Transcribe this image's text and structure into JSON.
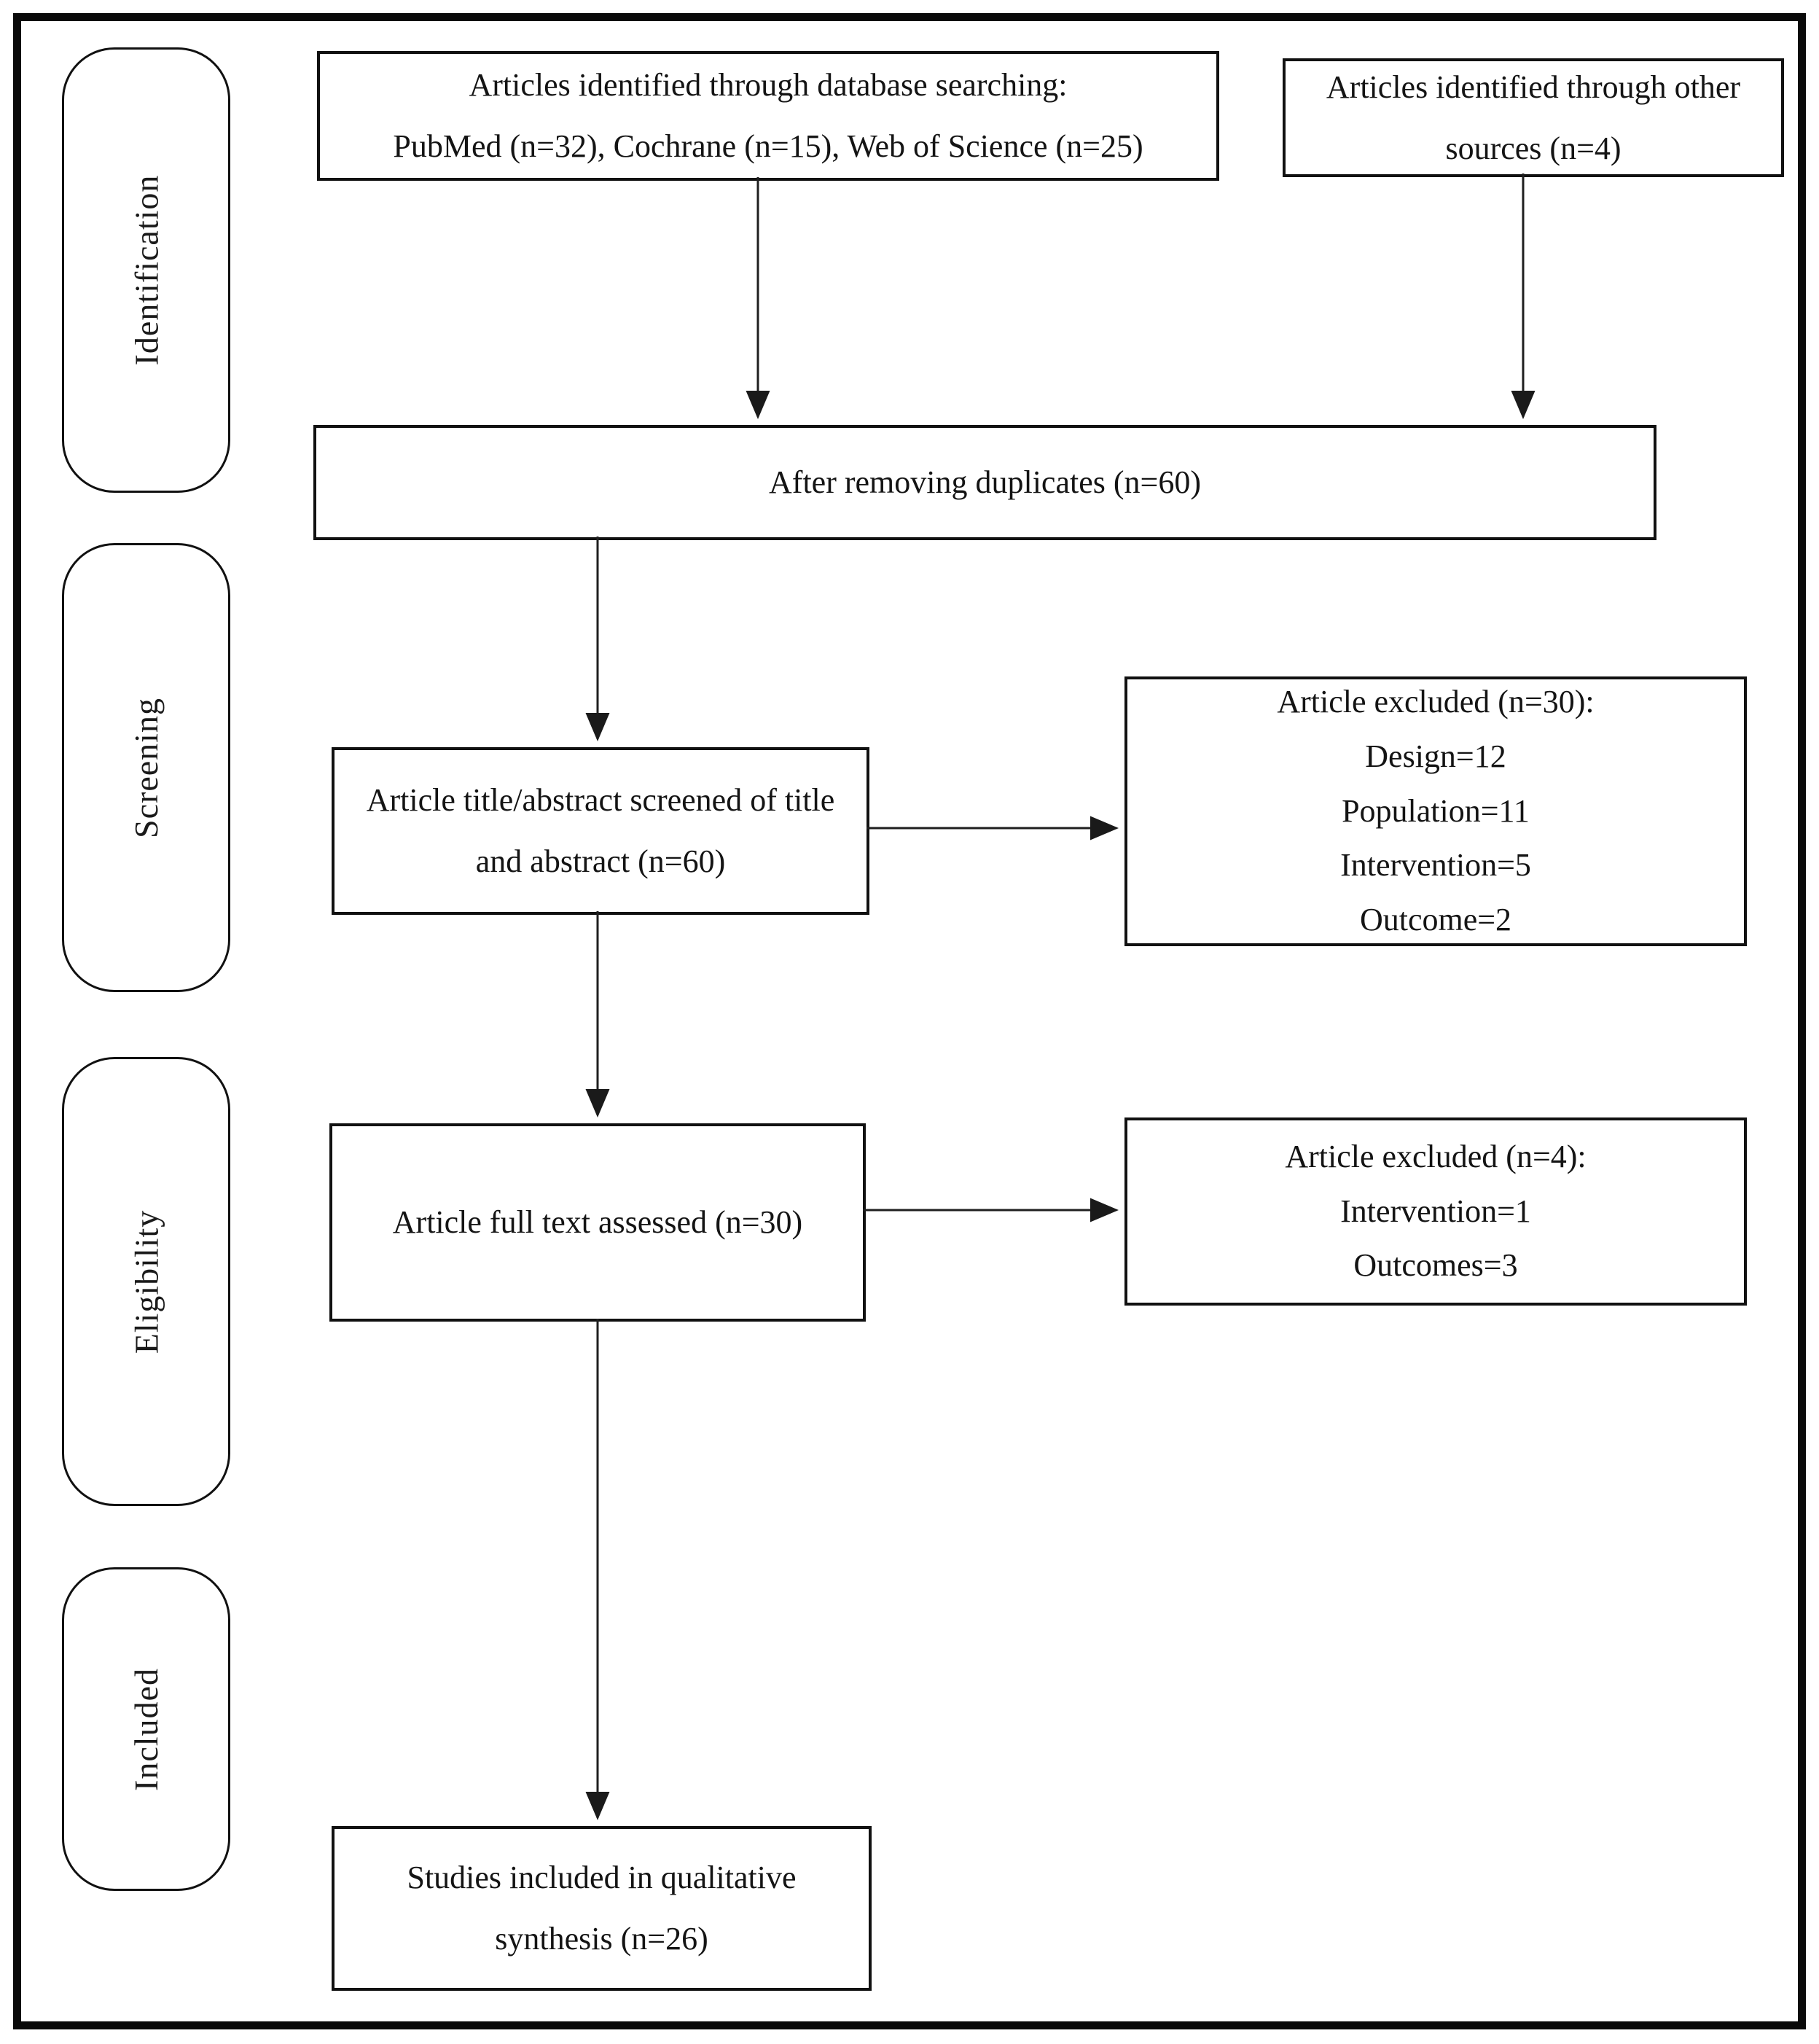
{
  "diagram": {
    "kind": "prisma-flow-diagram"
  },
  "stages": [
    {
      "label": "Identification"
    },
    {
      "label": "Screening"
    },
    {
      "label": "Eligibility"
    },
    {
      "label": "Included"
    }
  ],
  "boxes": {
    "database_search": {
      "lines": [
        "Articles identified through database searching:",
        "PubMed (n=32), Cochrane (n=15), Web of Science (n=25)"
      ]
    },
    "other_sources": {
      "text": "Articles identified through other sources (n=4)"
    },
    "duplicates_removed": {
      "text": "After removing duplicates (n=60)"
    },
    "title_abstract_screened": {
      "text": "Article title/abstract screened of title and abstract (n=60)"
    },
    "excluded_screening": {
      "lines": [
        "Article excluded (n=30):",
        "Design=12",
        "Population=11",
        "Intervention=5",
        "Outcome=2"
      ]
    },
    "full_text_assessed": {
      "text": "Article full text assessed (n=30)"
    },
    "excluded_eligibility": {
      "lines": [
        "Article excluded (n=4):",
        "Intervention=1",
        "Outcomes=3"
      ]
    },
    "qualitative_synthesis": {
      "text": "Studies included in qualitative synthesis (n=26)"
    }
  },
  "colors": {
    "background": "#ffffff",
    "border": "#0a0a0a",
    "text": "#141414"
  }
}
